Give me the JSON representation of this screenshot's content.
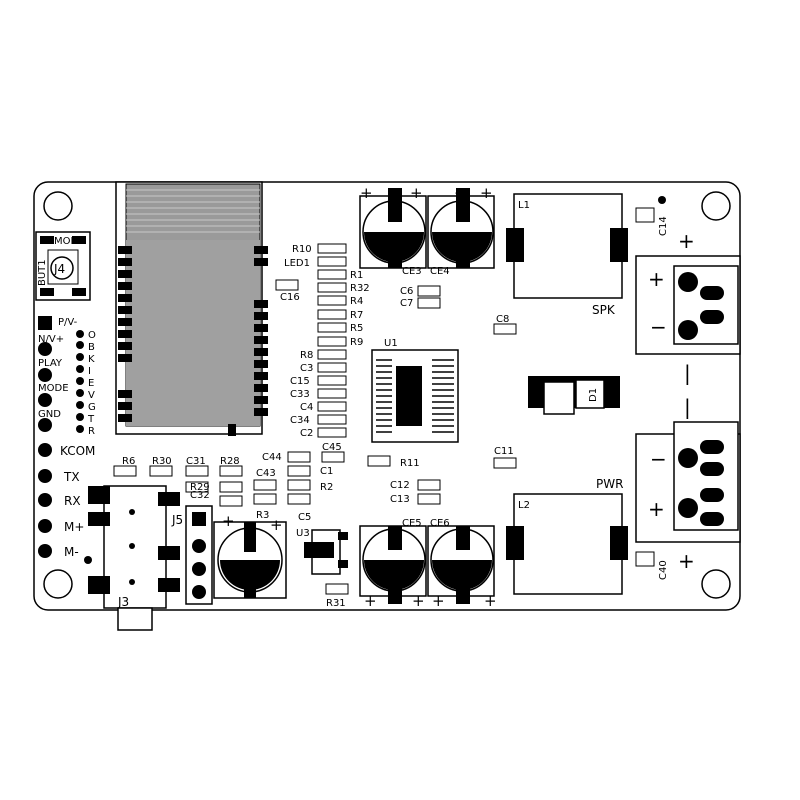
{
  "board": {
    "colors": {
      "outline": "#000000",
      "pad": "#000000",
      "fill": "#ffffff",
      "shield": "#9a9a9a"
    },
    "mode_button": {
      "label": "MODE",
      "ref": "J4",
      "text": "BUT1"
    },
    "side_labels": [
      "P/V-",
      "N/V+",
      "PLAY",
      "MODE",
      "GND"
    ],
    "obkievgtr": [
      "O",
      "B",
      "K",
      "I",
      "E",
      "V",
      "G",
      "T",
      "R"
    ],
    "io_labels": [
      "KCOM",
      "TX",
      "RX",
      "M+",
      "M-"
    ],
    "resistor_column": [
      "R10",
      "LED1",
      "R1",
      "R32",
      "R4",
      "R7",
      "R5",
      "R9",
      "R8",
      "C3",
      "C15",
      "C33",
      "C4",
      "C34",
      "C2"
    ],
    "caps": [
      "C16",
      "C6",
      "C7",
      "C8",
      "C11",
      "C12",
      "C13",
      "C14",
      "C40",
      "C44",
      "C43",
      "C45",
      "C1",
      "R2",
      "C5",
      "C31",
      "C32",
      "R6",
      "R30",
      "R28",
      "R29",
      "R3",
      "R11",
      "R31",
      "U3"
    ],
    "electrolytics": [
      "CE3",
      "CE4",
      "CE5",
      "CE6"
    ],
    "inductors": [
      "L1",
      "L2"
    ],
    "chip": "U1",
    "diode": "D1",
    "connectors": {
      "spk": "SPK",
      "pwr": "PWR",
      "j3": "J3",
      "j5": "J5"
    },
    "polarity": {
      "plus": "+",
      "minus": "−",
      "dash": "|"
    }
  }
}
